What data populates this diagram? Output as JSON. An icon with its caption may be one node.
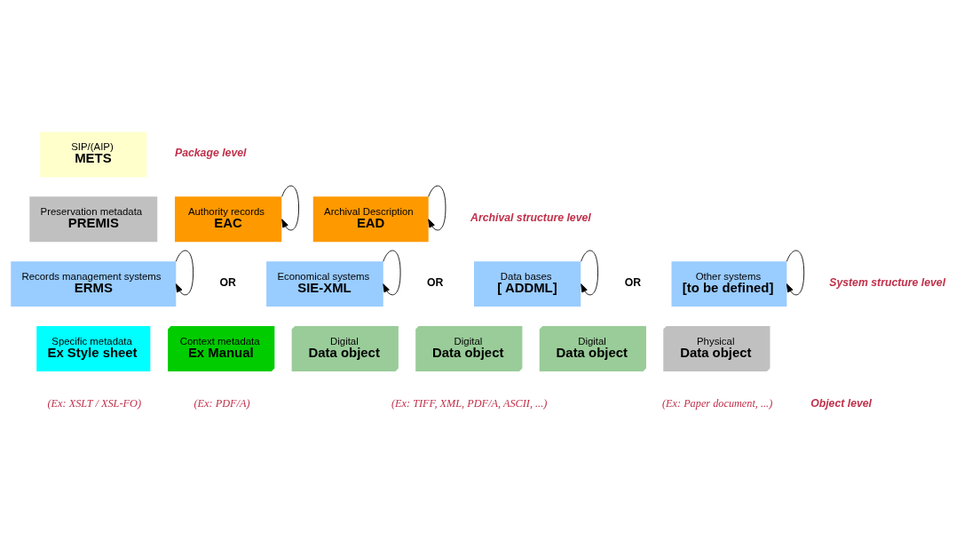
{
  "diagram": {
    "nodes": [
      {
        "text": [
          "SIP/(AIP)",
          "METS"
        ]
      },
      {
        "text": [
          "Preservation metadata",
          "PREMIS"
        ]
      },
      {
        "text": [
          "Authority records",
          "EAC"
        ]
      },
      {
        "text": [
          "Archival Description",
          "EAD"
        ]
      },
      {
        "text": [
          "Records management systems",
          "ERMS"
        ]
      },
      {
        "text": [
          "Economical systems",
          "SIE-XML"
        ]
      },
      {
        "text": [
          "Data bases",
          "[ ADDML]"
        ]
      },
      {
        "text": [
          "Other systems",
          "[to be defined]"
        ]
      },
      {
        "text": [
          "Specific metadata",
          "Ex Style sheet"
        ],
        "beside": [
          "(Ex: XSLT / XSL-FO)"
        ]
      },
      {
        "text": [
          "Context metadata",
          "Ex Manual"
        ],
        "beside": [
          "(Ex: PDF/A)"
        ]
      },
      {
        "text": [
          "Digital",
          "Data object"
        ]
      },
      {
        "text": [
          "Digital",
          "Data object"
        ],
        "beside": [
          "(Ex: TIFF, XML, PDF/A, ASCII, ...)"
        ]
      },
      {
        "text": [
          "Digital",
          "Data object"
        ]
      },
      {
        "text": [
          "Physical",
          "Data object"
        ],
        "beside": [
          "(Ex: Paper document, ...)"
        ]
      }
    ],
    "edges": [
      {
        "from": 2,
        "to": 2,
        "arrow": "to"
      },
      {
        "from": 3,
        "to": 3,
        "arrow": "to"
      },
      {
        "from": 4,
        "to": 4,
        "arrow": "to"
      },
      {
        "from": 5,
        "to": 5,
        "arrow": "to"
      },
      {
        "from": 6,
        "to": 6,
        "arrow": "to"
      },
      {
        "from": 7,
        "to": 7,
        "arrow": "to"
      }
    ],
    "labels": [
      "Package level",
      "Archival structure level",
      "OR",
      "OR",
      "OR",
      "System structure level",
      "Object level"
    ]
  }
}
